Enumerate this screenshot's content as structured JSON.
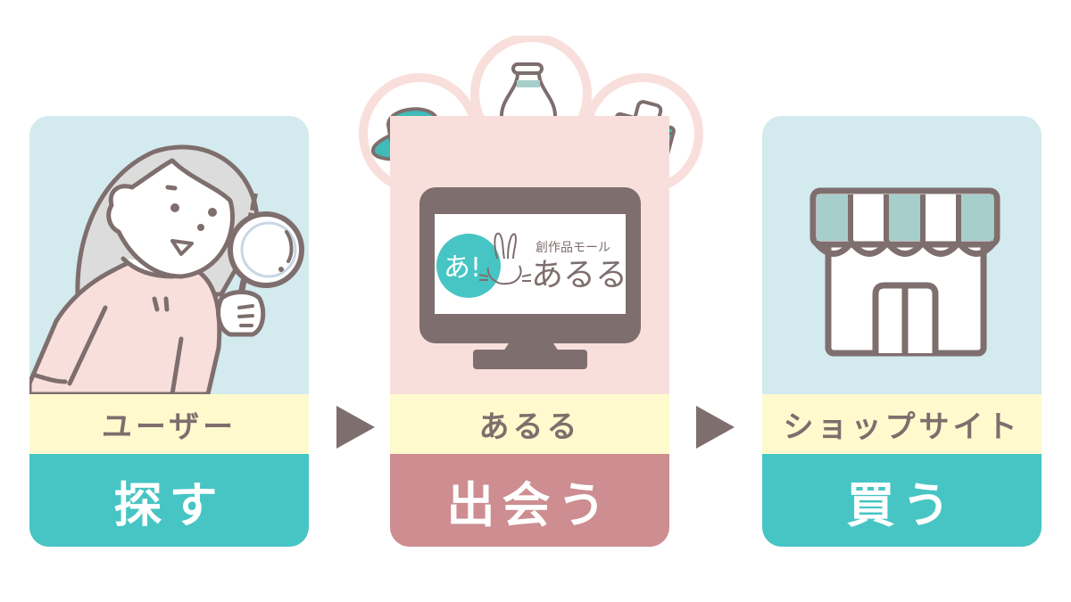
{
  "flow": {
    "steps": [
      {
        "role": "ユーザー",
        "action": "探す",
        "illustration": "woman-with-magnifying-glass-icon"
      },
      {
        "role": "あるる",
        "action": "出会う",
        "illustration": "monitor-with-aruru-logo-icon"
      },
      {
        "role": "ショップサイト",
        "action": "買う",
        "illustration": "storefront-icon"
      }
    ],
    "arrows": [
      "arrow-right-icon",
      "arrow-right-icon"
    ]
  },
  "aruru_logo": {
    "subtitle": "創作品モール",
    "name": "あるる",
    "mark": "あ!"
  },
  "bubbles": [
    "hat-icon",
    "vase-icon",
    "handbag-icon"
  ],
  "exclamation": "!",
  "colors": {
    "panel_bg": "#d3eaee",
    "role_band": "#fefacd",
    "teal": "#47c5c4",
    "rose": "#cd8d91",
    "pink_bg": "#f9dfdb",
    "line": "#7e6e6d",
    "awning": "#a6cfcb"
  }
}
